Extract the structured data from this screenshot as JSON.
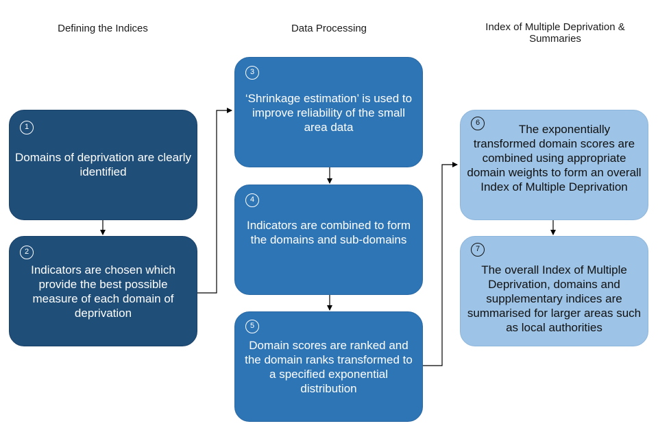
{
  "columns": {
    "col1": "Defining the Indices",
    "col2": "Data Processing",
    "col3": "Index of Multiple Deprivation & Summaries"
  },
  "steps": [
    {
      "number": "1",
      "text": "Domains of deprivation are clearly identified"
    },
    {
      "number": "2",
      "text": "Indicators are chosen which provide the best possible measure of each domain of deprivation"
    },
    {
      "number": "3",
      "text": "‘Shrinkage estimation’ is used to improve reliability of the small area data"
    },
    {
      "number": "4",
      "text": "Indicators are combined to form the domains and sub-domains"
    },
    {
      "number": "5",
      "text": "Domain scores are ranked and the domain ranks transformed to a specified exponential distribution"
    },
    {
      "number": "6",
      "text": "The exponentially transformed domain scores are combined using appropriate domain weights to form an overall Index of Multiple Deprivation"
    },
    {
      "number": "7",
      "text": "The overall Index of Multiple Deprivation, domains and supplementary indices are summarised for larger areas such as local authorities"
    }
  ],
  "colors": {
    "dark": "#1f4e79",
    "mid": "#2e75b6",
    "light": "#9dc3e6",
    "connector": "#000000"
  }
}
